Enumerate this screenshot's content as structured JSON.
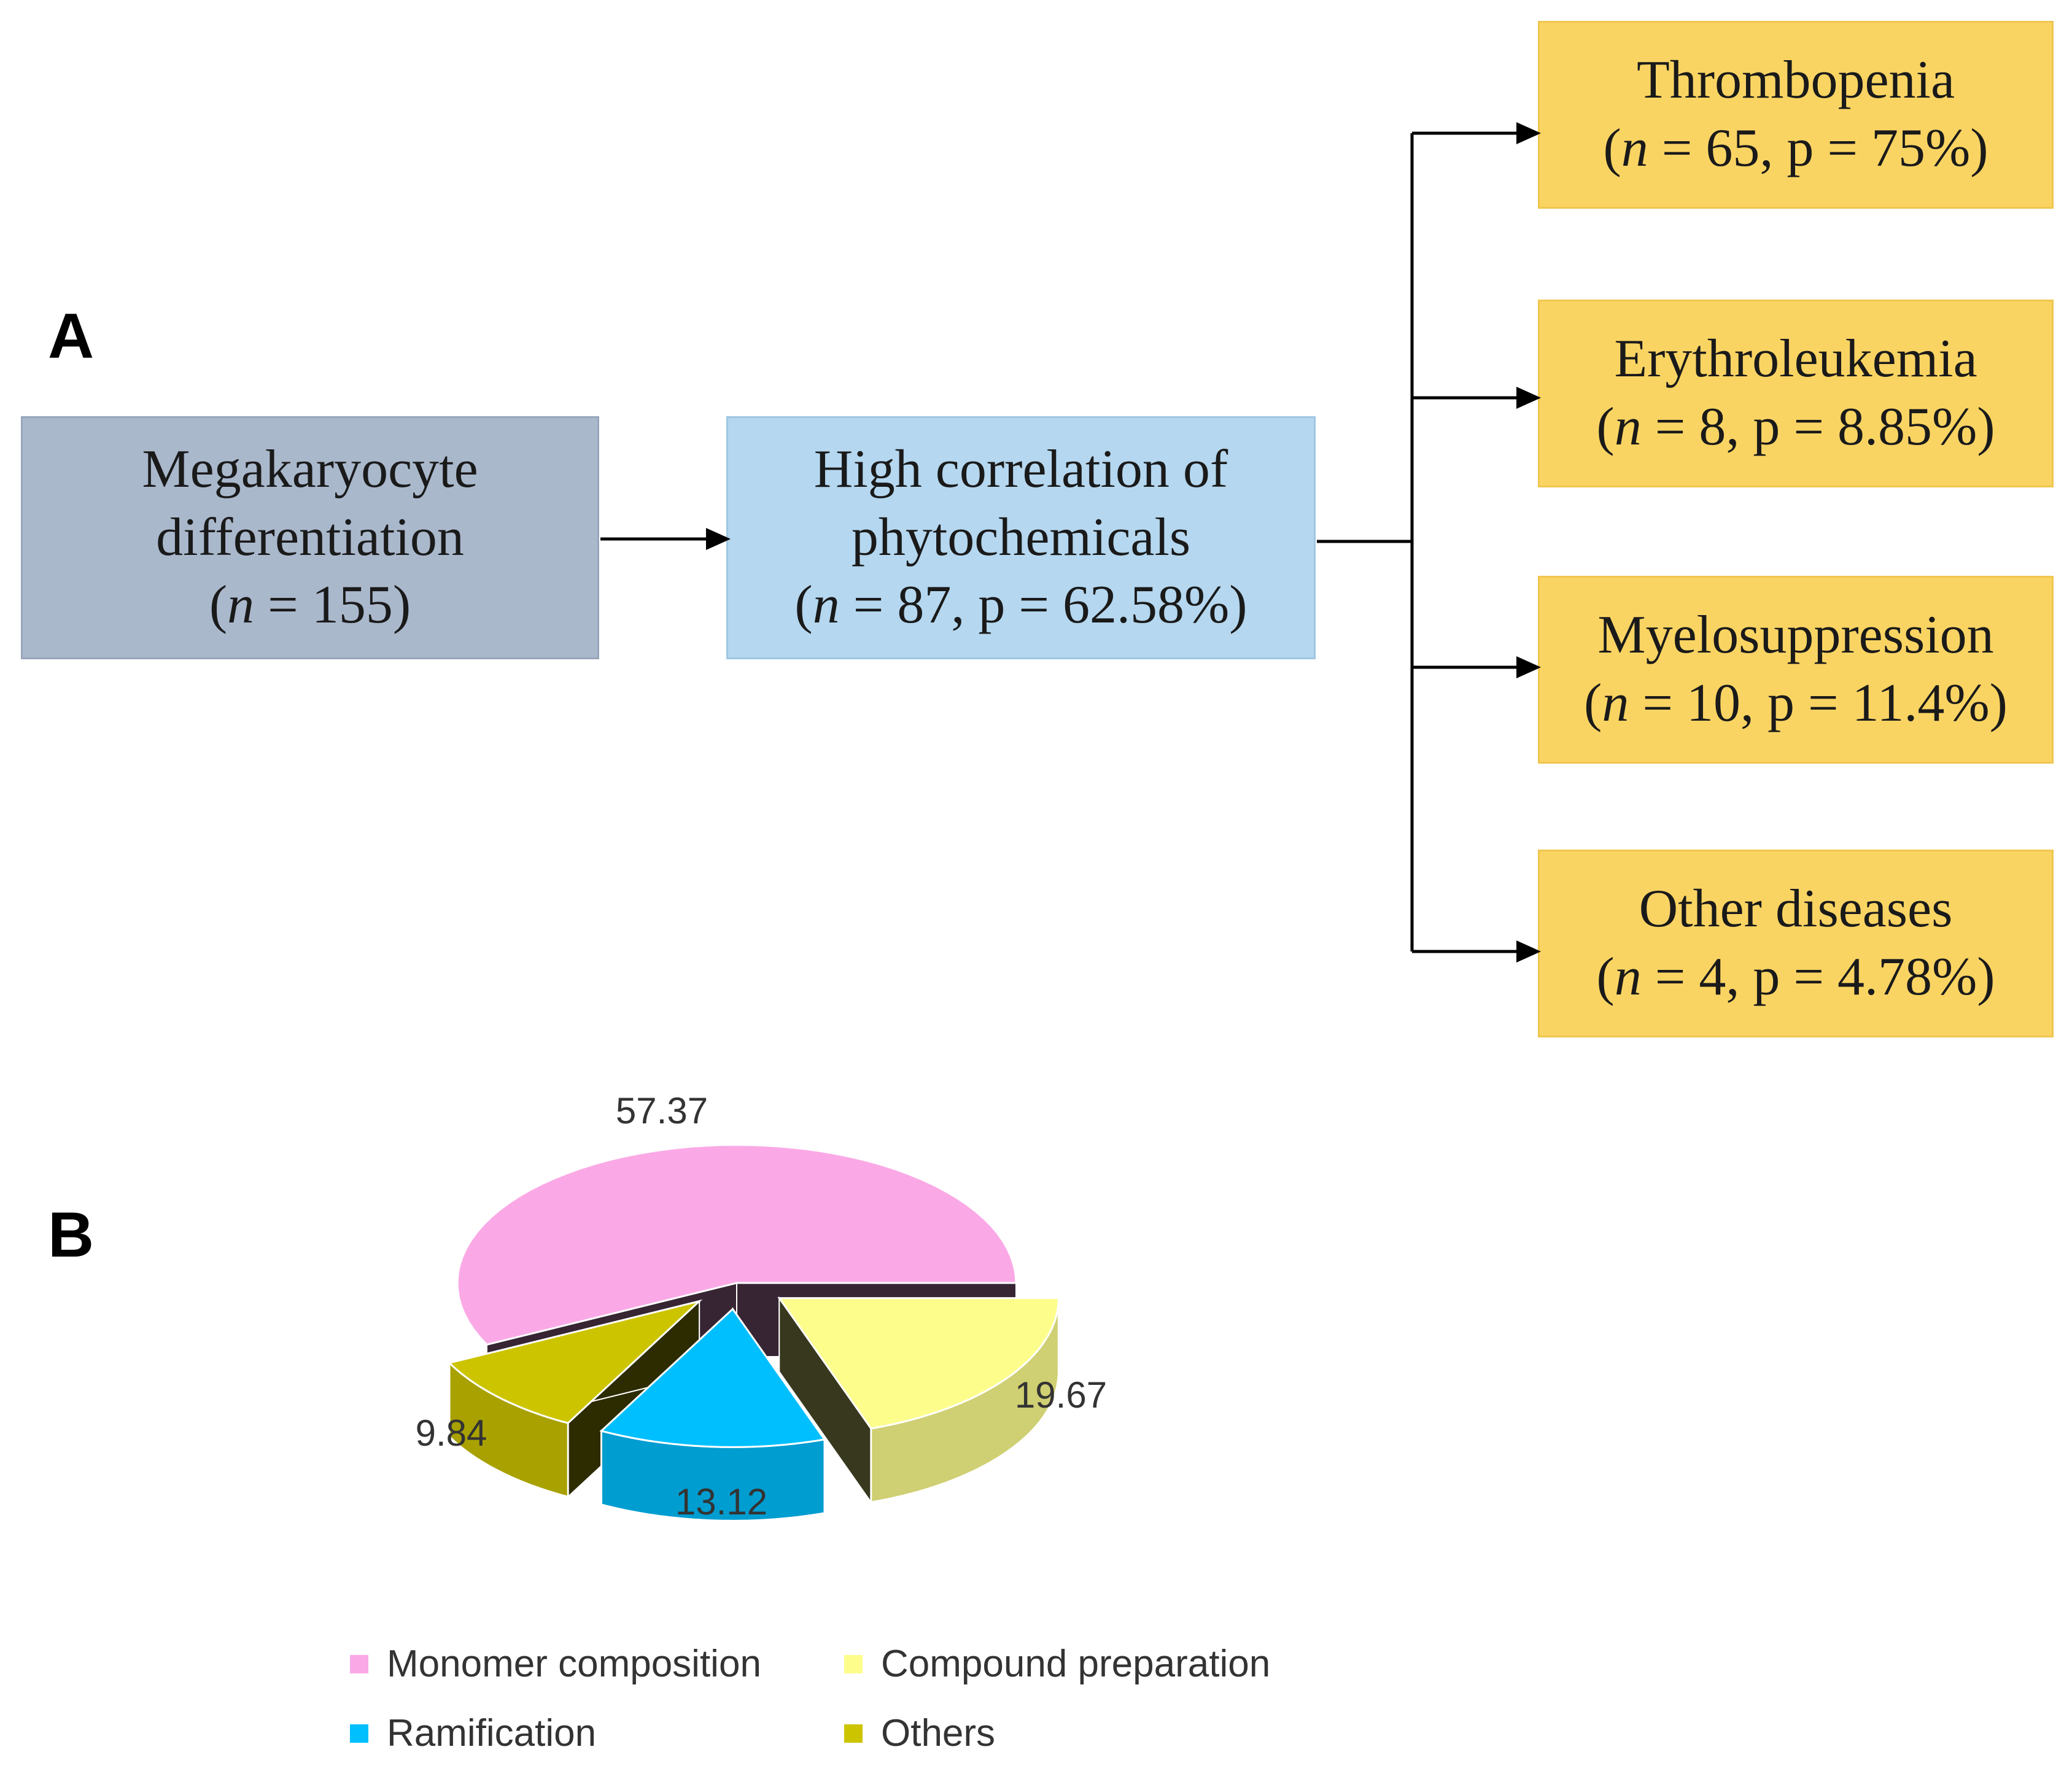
{
  "panel_a": {
    "label": "A",
    "start": {
      "line1": "Megakaryocyte",
      "line2": "differentiation",
      "stat": {
        "n": "155"
      }
    },
    "middle": {
      "line1": "High correlation of",
      "line2": "phytochemicals",
      "stat": {
        "n": "87",
        "p": "62.58%"
      }
    },
    "outcomes": [
      {
        "title": "Thrombopenia",
        "n": "65",
        "p": "75%"
      },
      {
        "title": "Erythroleukemia",
        "n": "8",
        "p": "8.85%"
      },
      {
        "title": "Myelosuppression",
        "n": "10",
        "p": "11.4%"
      },
      {
        "title": "Other diseases",
        "n": "4",
        "p": "4.78%"
      }
    ]
  },
  "panel_b": {
    "label": "B"
  },
  "chart_data": {
    "type": "pie",
    "style": "3d-exploded",
    "categories": [
      "Monomer composition",
      "Compound preparation",
      "Ramification",
      "Others"
    ],
    "values": [
      57.37,
      19.67,
      13.12,
      9.84
    ],
    "data_labels": [
      "57.37",
      "19.67",
      "13.12",
      "9.84"
    ],
    "colors": [
      "#fba9e6",
      "#fdfd8c",
      "#00bfff",
      "#cdc400"
    ],
    "legend": {
      "position": "bottom",
      "entries": [
        "Monomer composition",
        "Compound preparation",
        "Ramification",
        "Others"
      ]
    },
    "title": ""
  },
  "colors": {
    "start_box": "#aab8cc",
    "middle_box": "#b5d7ef",
    "outcome_box": "#fad463",
    "arrow": "#000000"
  }
}
